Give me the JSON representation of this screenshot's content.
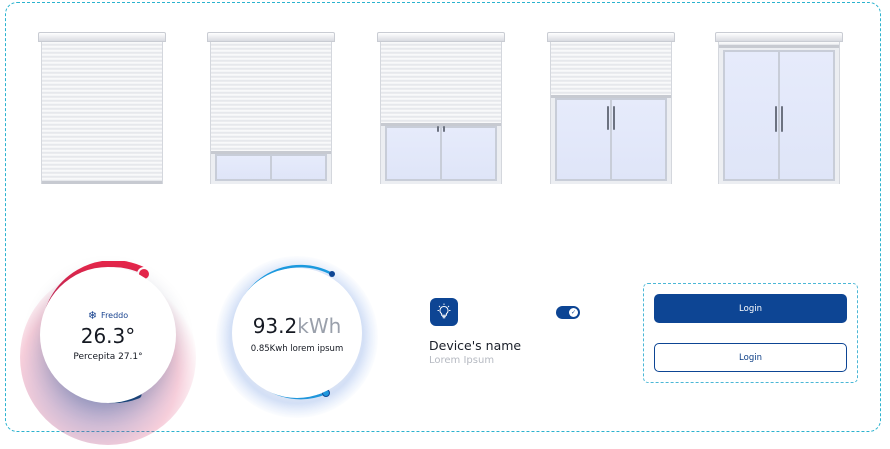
{
  "shutters": [
    {
      "name": "closed",
      "open_fraction": 0.0
    },
    {
      "name": "quarter-open",
      "open_fraction": 0.2
    },
    {
      "name": "half-open",
      "open_fraction": 0.4
    },
    {
      "name": "mostly-open",
      "open_fraction": 0.6
    },
    {
      "name": "fully-open",
      "open_fraction": 1.0
    }
  ],
  "thermostat": {
    "mode_icon": "snowflake-icon",
    "mode_label": "Freddo",
    "temperature": "26.3°",
    "perceived": "Percepita 27.1°",
    "colors": {
      "hot": "#e8264a",
      "cold": "#16477d"
    }
  },
  "energy": {
    "value": "93.2",
    "unit": "kWh",
    "subtitle": "0.85Kwh lorem ipsum",
    "color": "#1a9be0"
  },
  "device": {
    "icon": "lightbulb-icon",
    "name": "Device's name",
    "subtitle": "Lorem Ipsum",
    "toggle_on": true
  },
  "login": {
    "primary_label": "Login",
    "secondary_label": "Login"
  },
  "colors": {
    "primary": "#0d4594",
    "accent_border": "#2cb3cf"
  }
}
